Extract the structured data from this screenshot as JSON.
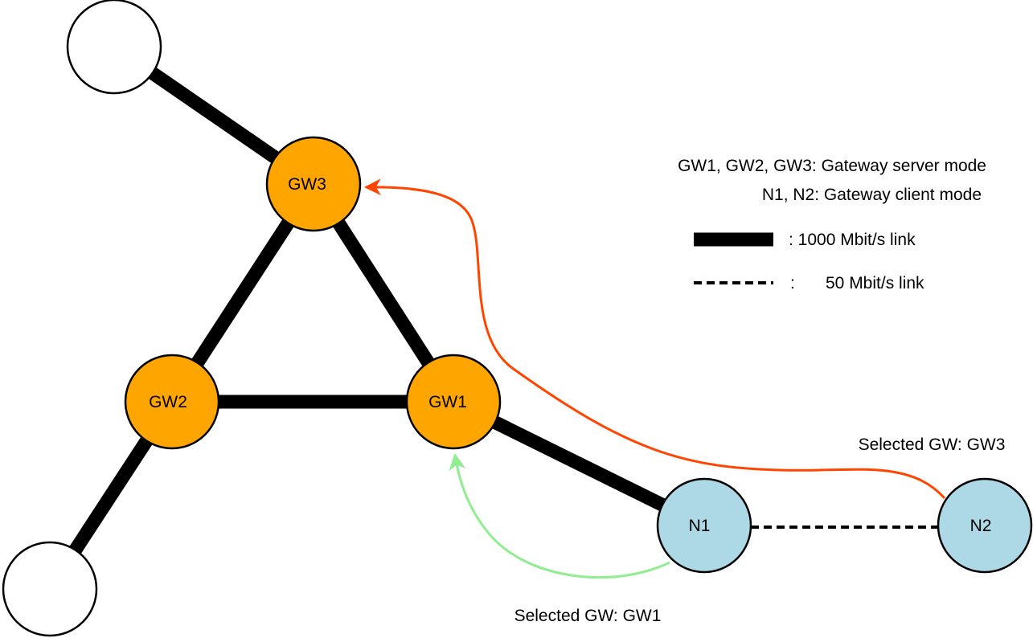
{
  "nodes": {
    "gw1": {
      "label": "GW1"
    },
    "gw2": {
      "label": "GW2"
    },
    "gw3": {
      "label": "GW3"
    },
    "n1": {
      "label": "N1"
    },
    "n2": {
      "label": "N2"
    }
  },
  "legend": {
    "server_mode": "GW1, GW2, GW3: Gateway server mode",
    "client_mode": "N1, N2: Gateway client mode",
    "thick_link_label": ": 1000 Mbit/s link",
    "dashed_link_colon": ":",
    "dashed_link_label": "50 Mbit/s link"
  },
  "captions": {
    "n1_selected": "Selected GW: GW1",
    "n2_selected": "Selected GW: GW3"
  },
  "colors": {
    "gateway_server_fill": "#FFA500",
    "gateway_client_fill": "#ADD8E6",
    "plain_node_fill": "#FFFFFF",
    "n1_selection_arrow": "#90EE90",
    "n2_selection_arrow": "#FF4500",
    "link": "#000000"
  }
}
